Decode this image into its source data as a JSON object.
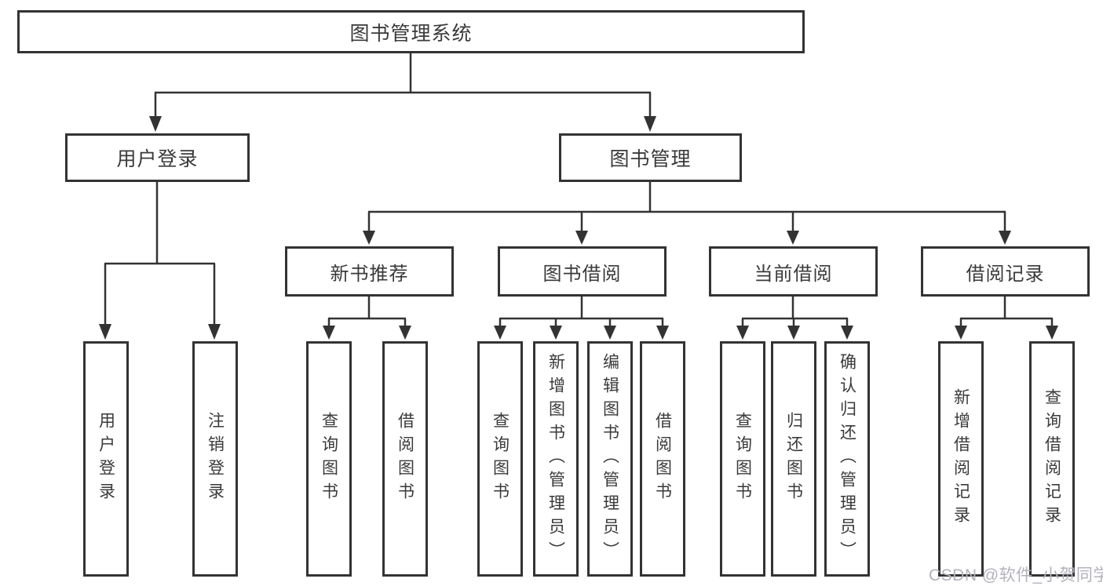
{
  "diagram": {
    "title": "图书管理系统",
    "type": "function-structure-tree"
  },
  "root": {
    "label": "图书管理系统"
  },
  "branches": [
    {
      "label": "用户登录",
      "children": [
        {
          "label": "用户登录"
        },
        {
          "label": "注销登录"
        }
      ]
    },
    {
      "label": "图书管理",
      "sections": [
        {
          "label": "新书推荐",
          "children": [
            {
              "label": "查询图书"
            },
            {
              "label": "借阅图书"
            }
          ]
        },
        {
          "label": "图书借阅",
          "children": [
            {
              "label": "查询图书"
            },
            {
              "label": "新增图书（管理员）"
            },
            {
              "label": "编辑图书（管理员）"
            },
            {
              "label": "借阅图书"
            }
          ]
        },
        {
          "label": "当前借阅",
          "children": [
            {
              "label": "查询图书"
            },
            {
              "label": "归还图书"
            },
            {
              "label": "确认归还（管理员）"
            }
          ]
        },
        {
          "label": "借阅记录",
          "children": [
            {
              "label": "新增借阅记录"
            },
            {
              "label": "查询借阅记录"
            }
          ]
        }
      ]
    }
  ],
  "watermark": {
    "text": "CSDN @软件_小贺同学"
  },
  "colors": {
    "border": "#333333",
    "line": "#333333",
    "text": "#3a3a3a",
    "watermark": "#b2b2bc",
    "background": "#ffffff"
  }
}
